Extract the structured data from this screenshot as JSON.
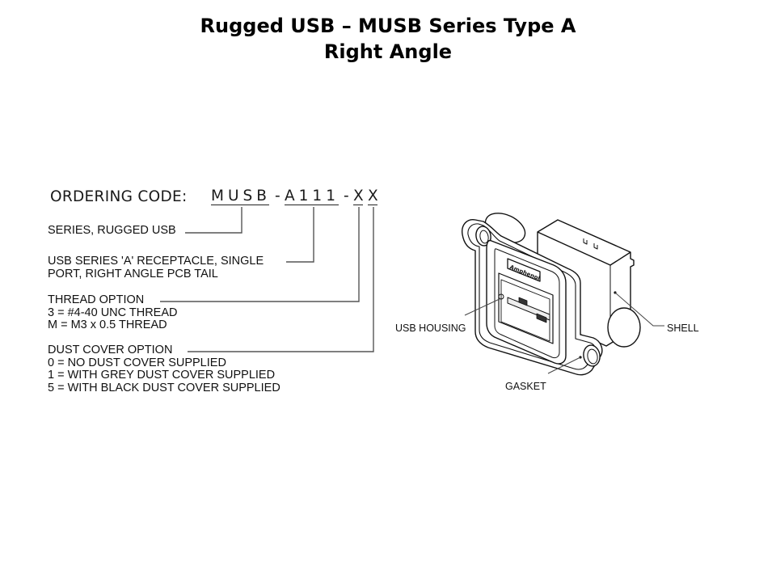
{
  "slide": {
    "title_line1": "Rugged USB – MUSB Series Type A",
    "title_line2": "Right Angle"
  },
  "ordering_code": {
    "label": "ORDERING CODE:",
    "segments": [
      "MUSB",
      "A111",
      "X",
      "X"
    ],
    "separators": [
      "-",
      "-"
    ]
  },
  "descriptions": {
    "series": {
      "lines": [
        "SERIES, RUGGED USB"
      ]
    },
    "receptacle": {
      "lines": [
        "USB SERIES 'A' RECEPTACLE, SINGLE",
        "PORT, RIGHT ANGLE PCB TAIL"
      ]
    },
    "thread": {
      "heading": "THREAD OPTION",
      "options": [
        "3 = #4-40 UNC THREAD",
        "M = M3 x 0.5 THREAD"
      ]
    },
    "dust_cover": {
      "heading": "DUST COVER OPTION",
      "options": [
        "0 = NO DUST COVER SUPPLIED",
        "1 = WITH GREY DUST COVER SUPPLIED",
        "5 = WITH BLACK DUST COVER SUPPLIED"
      ]
    }
  },
  "drawing": {
    "logo_text": "Amphenol",
    "callouts": {
      "usb_housing": "USB HOUSING",
      "shell": "SHELL",
      "gasket": "GASKET"
    }
  }
}
